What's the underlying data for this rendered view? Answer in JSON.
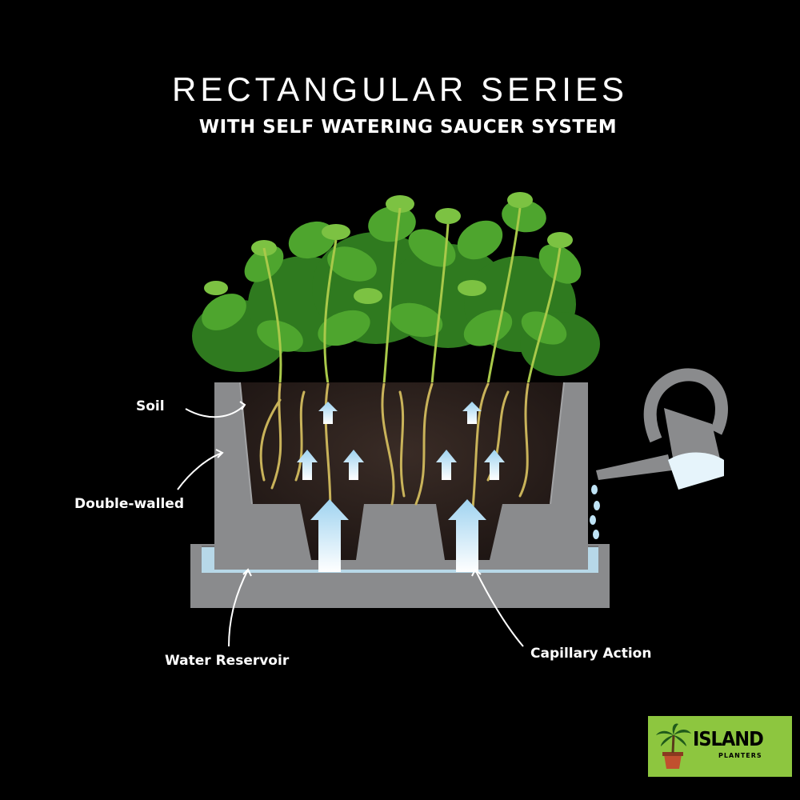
{
  "title": {
    "main": "RECTANGULAR SERIES",
    "sub": "WITH SELF WATERING SAUCER SYSTEM"
  },
  "labels": {
    "soil": "Soil",
    "double_walled": "Double-walled",
    "water_reservoir": "Water Reservoir",
    "capillary_action": "Capillary Action"
  },
  "logo": {
    "word": "ISLAND",
    "sub": "PLANTERS",
    "icon": "palm-tree-pot-icon"
  },
  "colors": {
    "background": "#000000",
    "planter": "#8a8b8d",
    "soil": "#2a1f1c",
    "water": "#bfe3f5",
    "roots": "#c9b35a",
    "foliage": "#4ea52e",
    "logo_bg": "#8dc63f"
  }
}
